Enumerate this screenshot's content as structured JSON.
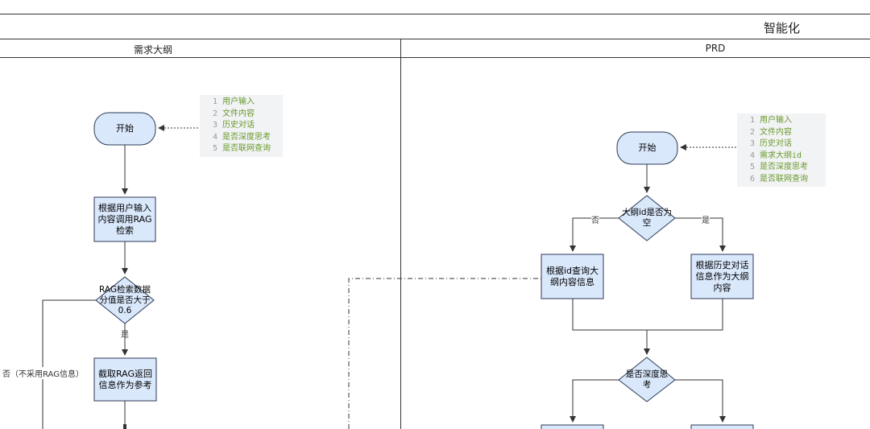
{
  "title": "智能化",
  "lanes": {
    "left": "需求大纲",
    "right": "PRD"
  },
  "left_flow": {
    "start": "开始",
    "input_list": [
      "用户输入",
      "文件内容",
      "历史对话",
      "是否深度思考",
      "是否联网查询"
    ],
    "rag_call": "根据用户输入内容调用RAG检索",
    "score_check": "RAG检索数据分值是否大于0.6",
    "yes_label": "是",
    "no_label": "否（不采用RAG信息）",
    "take_rag": "截取RAG返回信息作为参考"
  },
  "right_flow": {
    "start": "开始",
    "input_list": [
      "用户输入",
      "文件内容",
      "历史对话",
      "需求大纲id",
      "是否深度思考",
      "是否联网查询"
    ],
    "outline_check": "大纲id是否为空",
    "no_label": "否",
    "yes_label": "是",
    "query_outline": "根据id查询大纲内容信息",
    "history_outline": "根据历史对话信息作为大纲内容",
    "deep_check": "是否深度思考"
  },
  "colors": {
    "node_fill": "#dae8fc",
    "node_stroke": "#2b3a55",
    "note_bg": "#f2f3f5",
    "note_text": "#6a9a2c",
    "line": "#333333"
  }
}
